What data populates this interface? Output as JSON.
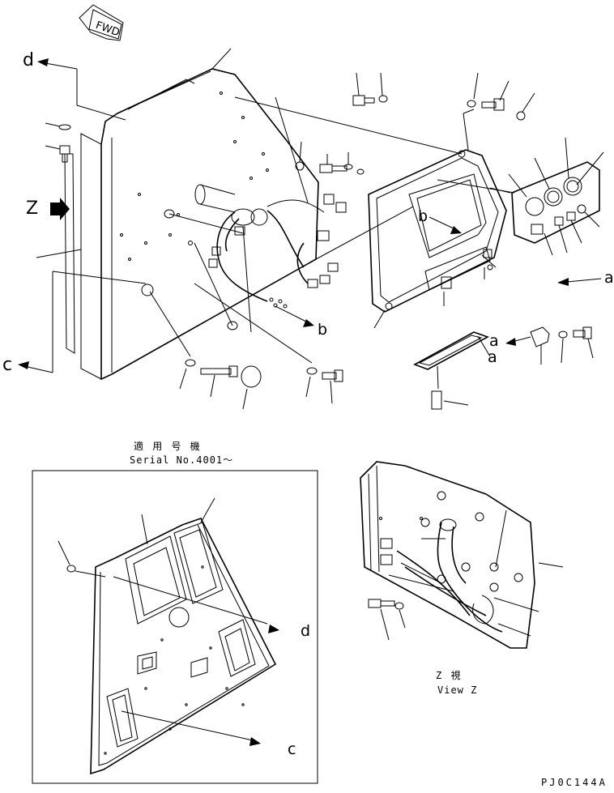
{
  "header": {
    "fwd_label": "FWD"
  },
  "callouts": {
    "d": "d",
    "c": "c",
    "z": "Z",
    "b": "b",
    "a": "a"
  },
  "applicability": {
    "jp": "適 用 号 機",
    "serial": "Serial No.4001〜"
  },
  "view_z": {
    "jp": "Z   視",
    "en": "View Z"
  },
  "drawing_code": "PJ0C144A"
}
